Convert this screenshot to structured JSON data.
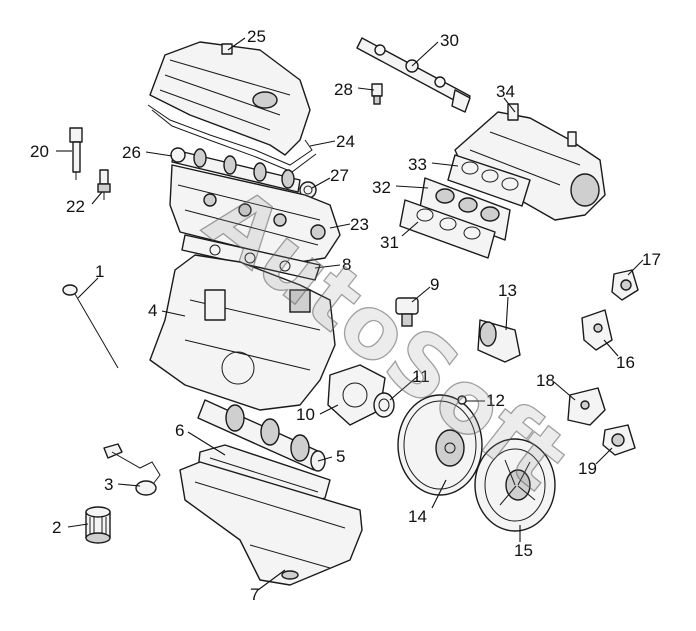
{
  "diagram": {
    "kind": "exploded engine parts diagram",
    "watermark": "AutoSoft",
    "callouts": [
      "1",
      "2",
      "3",
      "4",
      "5",
      "6",
      "7",
      "8",
      "9",
      "10",
      "11",
      "12",
      "13",
      "14",
      "15",
      "16",
      "17",
      "18",
      "19",
      "20",
      "22",
      "23",
      "24",
      "25",
      "26",
      "27",
      "28",
      "30",
      "31",
      "32",
      "33",
      "34"
    ]
  }
}
